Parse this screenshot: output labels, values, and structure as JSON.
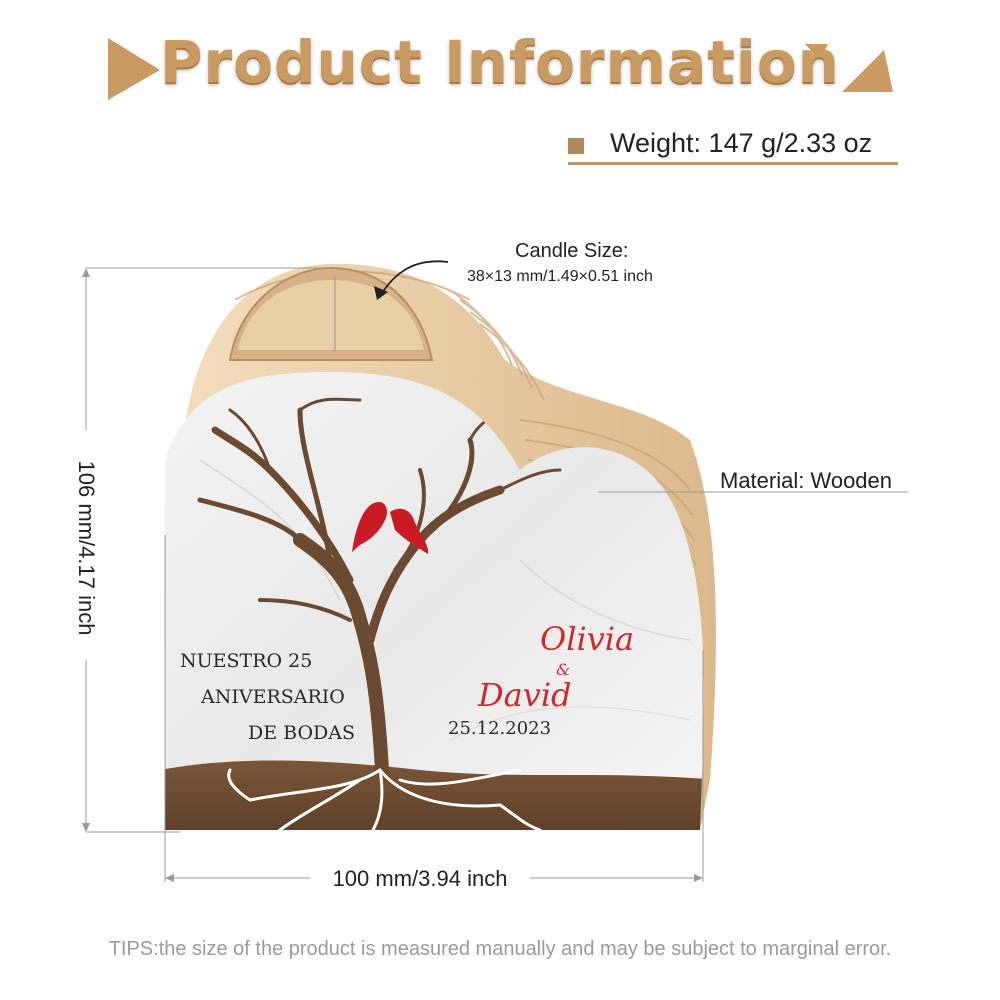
{
  "header": {
    "title": "Product Information"
  },
  "specs": {
    "weight": "Weight: 147 g/2.33 oz",
    "candle_size_title": "Candle Size:",
    "candle_size_value": "38×13 mm/1.49×0.51 inch",
    "material": "Material: Wooden",
    "height": "106 mm/4.17 inch",
    "width": "100 mm/3.94 inch"
  },
  "product_print": {
    "line1": "NUESTRO 25",
    "line2": "ANIVERSARIO",
    "line3": "DE BODAS",
    "name1": "Olivia",
    "ampersand": "&",
    "name2": "David",
    "date": "25.12.2023"
  },
  "footer": {
    "tips": "TIPS:the size of the product is measured manually and may be subject to marginal error."
  },
  "colors": {
    "title": "#c99a62",
    "accent": "#b4875a",
    "names": "#d0262e",
    "wood": "#e6c9a0",
    "bark": "#6b4a32"
  }
}
